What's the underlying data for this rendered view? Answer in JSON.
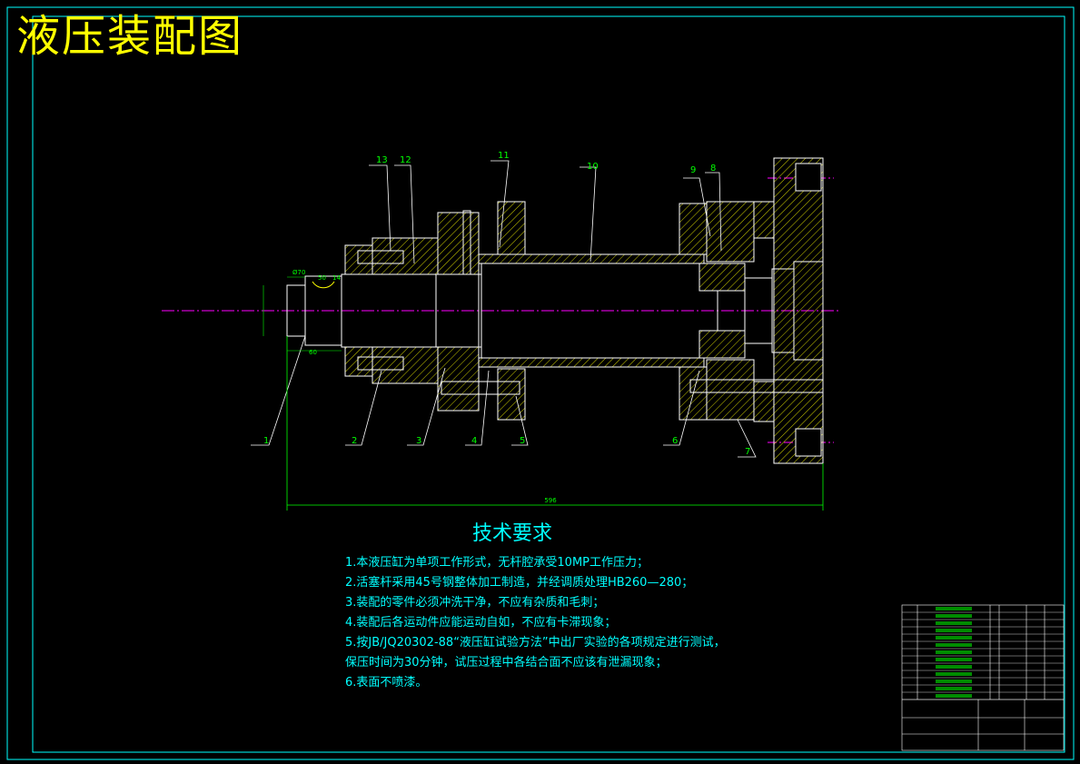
{
  "title": "液压装配图",
  "tech_title": "技术要求",
  "requirements": [
    "1.本液压缸为单项工作形式，无杆腔承受10MP工作压力；",
    "2.活塞杆采用45号钢整体加工制造，并经调质处理HB260—280；",
    "3.装配的零件必须冲洗干净，不应有杂质和毛刺；",
    "4.装配后各运动件应能运动自如，不应有卡滞现象；",
    "5.按JB/JQ20302-88“液压缸试验方法”中出厂实验的各项规定进行测试，",
    "保压时间为30分钟，试压过程中各结合面不应该有泄漏现象；",
    "6.表面不喷漆。"
  ],
  "part_labels": [
    "1",
    "2",
    "3",
    "4",
    "5",
    "6",
    "7",
    "8",
    "9",
    "10",
    "11",
    "12",
    "13"
  ],
  "overall_dimension": "596",
  "small_dims": [
    "Ø70",
    "50",
    "14",
    "60"
  ],
  "colors": {
    "frame": "#00ffff",
    "title": "#ffff00",
    "outline": "#ffffff",
    "hatch": "#ffff00",
    "dimension": "#00ff00",
    "centerline": "#ff00ff"
  }
}
